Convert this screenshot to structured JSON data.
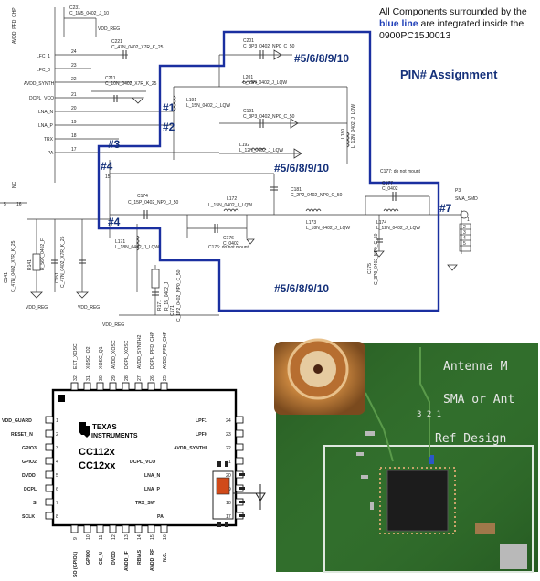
{
  "top_note": {
    "line1": "All Components surrounded by the",
    "line2_highlight": "blue line",
    "line2_rest": "are integrated inside the",
    "line3": "0900PC15J0013"
  },
  "pin_assignment_label": "PIN# Assignment",
  "region_markers": [
    "#1",
    "#2",
    "#3",
    "#4",
    "#4",
    "#5/6/8/9/10",
    "#5/6/8/9/10",
    "#5/6/8/9/10",
    "#7"
  ],
  "left_net_labels": [
    "LFC_1",
    "LFC_0",
    "AVDD_SYNTH",
    "DCPL_VCO",
    "LNA_N",
    "LNA_P",
    "TRX",
    "PA"
  ],
  "left_pin_numbers": [
    "24",
    "23",
    "22",
    "21",
    "20",
    "19",
    "18",
    "17"
  ],
  "left_edge_labels": [
    "AVDD_PFD_CHP",
    "NC"
  ],
  "top_left_parts": {
    "c231": "C231",
    "c231_val": "C_1N5_0402_J_10",
    "vdd_reg": "VDD_REG",
    "c221": "C221",
    "c221_val": "C_47N_0402_X7R_K_25",
    "c211": "C211",
    "c211_val": "C_10N_0402_X7R_K_25"
  },
  "components": [
    {
      "ref": "C201",
      "value": "C_3P3_0402_NP0_C_50"
    },
    {
      "ref": "L191",
      "value": "L_15N_0402_J_LQW"
    },
    {
      "ref": "L201",
      "value": "L_12N_0402_J_LQW"
    },
    {
      "ref": "C191",
      "value": "C_3P3_0402_NP0_C_50"
    },
    {
      "ref": "L192",
      "value": "L_12N_0402_J_LQW"
    },
    {
      "ref": "L180",
      "value": "L_12N_0402_J_LQW"
    },
    {
      "ref": "C181",
      "value": "C_2P2_0402_NP0_C_50"
    },
    {
      "ref": "C174",
      "value": "C_15P_0402_NP0_J_50"
    },
    {
      "ref": "L172",
      "value": "L_15N_0402_J_LQW"
    },
    {
      "ref": "L173",
      "value": "L_18N_0402_J_LQW"
    },
    {
      "ref": "L174",
      "value": "L_12N_0402_J_LQW"
    },
    {
      "ref": "C177",
      "value": "C_0402",
      "note": "C177: do not mount"
    },
    {
      "ref": "C176",
      "value": "C_0402",
      "note": "C176: do not mount"
    },
    {
      "ref": "C175",
      "value": "C_3P9_0402_NP0_C_50"
    },
    {
      "ref": "L171",
      "value": "L_18N_0402_J_LQW"
    },
    {
      "ref": "R171",
      "value": "R_15_0402_J"
    },
    {
      "ref": "C171",
      "value": "C_1P2_0402_NP0_C_50"
    },
    {
      "ref": "R141",
      "value": "R_56K_0402_F"
    },
    {
      "ref": "C151",
      "value": "C_47N_0402_X7R_K_25"
    },
    {
      "ref": "C141",
      "value": "C_47N_0402_X7R_K_25"
    }
  ],
  "bottom_labels": [
    "VDD_REG",
    "VDD_REG",
    "VDD_REG",
    "5",
    "16",
    "15"
  ],
  "connector": {
    "ref": "P3",
    "name": "SMA_SMD",
    "pins": [
      "1",
      "2",
      "3",
      "4",
      "5"
    ]
  },
  "chip": {
    "name1": "CC112x",
    "name2": "CC12xx",
    "brand1": "TEXAS",
    "brand2": "INSTRUMENTS",
    "top_pins": [
      {
        "num": "32",
        "name": "EXT_XOSC"
      },
      {
        "num": "31",
        "name": "XOSC_Q2"
      },
      {
        "num": "30",
        "name": "XOSC_Q1"
      },
      {
        "num": "29",
        "name": "AVDD_XOSC"
      },
      {
        "num": "28",
        "name": "DCPL_XOSC"
      },
      {
        "num": "27",
        "name": "AVDD_SYNTH2"
      },
      {
        "num": "26",
        "name": "DCPL_PFD_CHP"
      },
      {
        "num": "25",
        "name": "AVDD_PFD_CHP"
      }
    ],
    "left_pins": [
      {
        "num": "1",
        "name": "VDD_GUARD"
      },
      {
        "num": "2",
        "name": "RESET_N"
      },
      {
        "num": "3",
        "name": "GPIO3"
      },
      {
        "num": "4",
        "name": "GPIO2"
      },
      {
        "num": "5",
        "name": "DVDD"
      },
      {
        "num": "6",
        "name": "DCPL"
      },
      {
        "num": "7",
        "name": "SI"
      },
      {
        "num": "8",
        "name": "SCLK"
      }
    ],
    "right_pins": [
      {
        "num": "24",
        "name": "LPF1"
      },
      {
        "num": "23",
        "name": "LPF0"
      },
      {
        "num": "22",
        "name": "AVDD_SYNTH1"
      },
      {
        "num": "21",
        "name": "DCPL_VCO"
      },
      {
        "num": "20",
        "name": "LNA_N"
      },
      {
        "num": "19",
        "name": "LNA_P"
      },
      {
        "num": "18",
        "name": "TRX_SW"
      },
      {
        "num": "17",
        "name": "PA"
      }
    ],
    "bottom_pins": [
      {
        "num": "9",
        "name": "SO (GPIO1)"
      },
      {
        "num": "10",
        "name": "GPIO0"
      },
      {
        "num": "11",
        "name": "CS_N"
      },
      {
        "num": "12",
        "name": "DVDD"
      },
      {
        "num": "13",
        "name": "AVDD_IF"
      },
      {
        "num": "14",
        "name": "RBIAS"
      },
      {
        "num": "15",
        "name": "AVDD_RF"
      },
      {
        "num": "16",
        "name": "N.C."
      }
    ]
  },
  "photo": {
    "line1": "Antenna M",
    "line2": "SMA or Ant",
    "line3": "Ref Design",
    "silk_nums": "3  2  1"
  },
  "colors": {
    "outline_blue": "#1a2fa0",
    "marker_blue": "#14307a",
    "pcb_green": "#2f6b2a",
    "accent_orange": "#d04a1a"
  }
}
